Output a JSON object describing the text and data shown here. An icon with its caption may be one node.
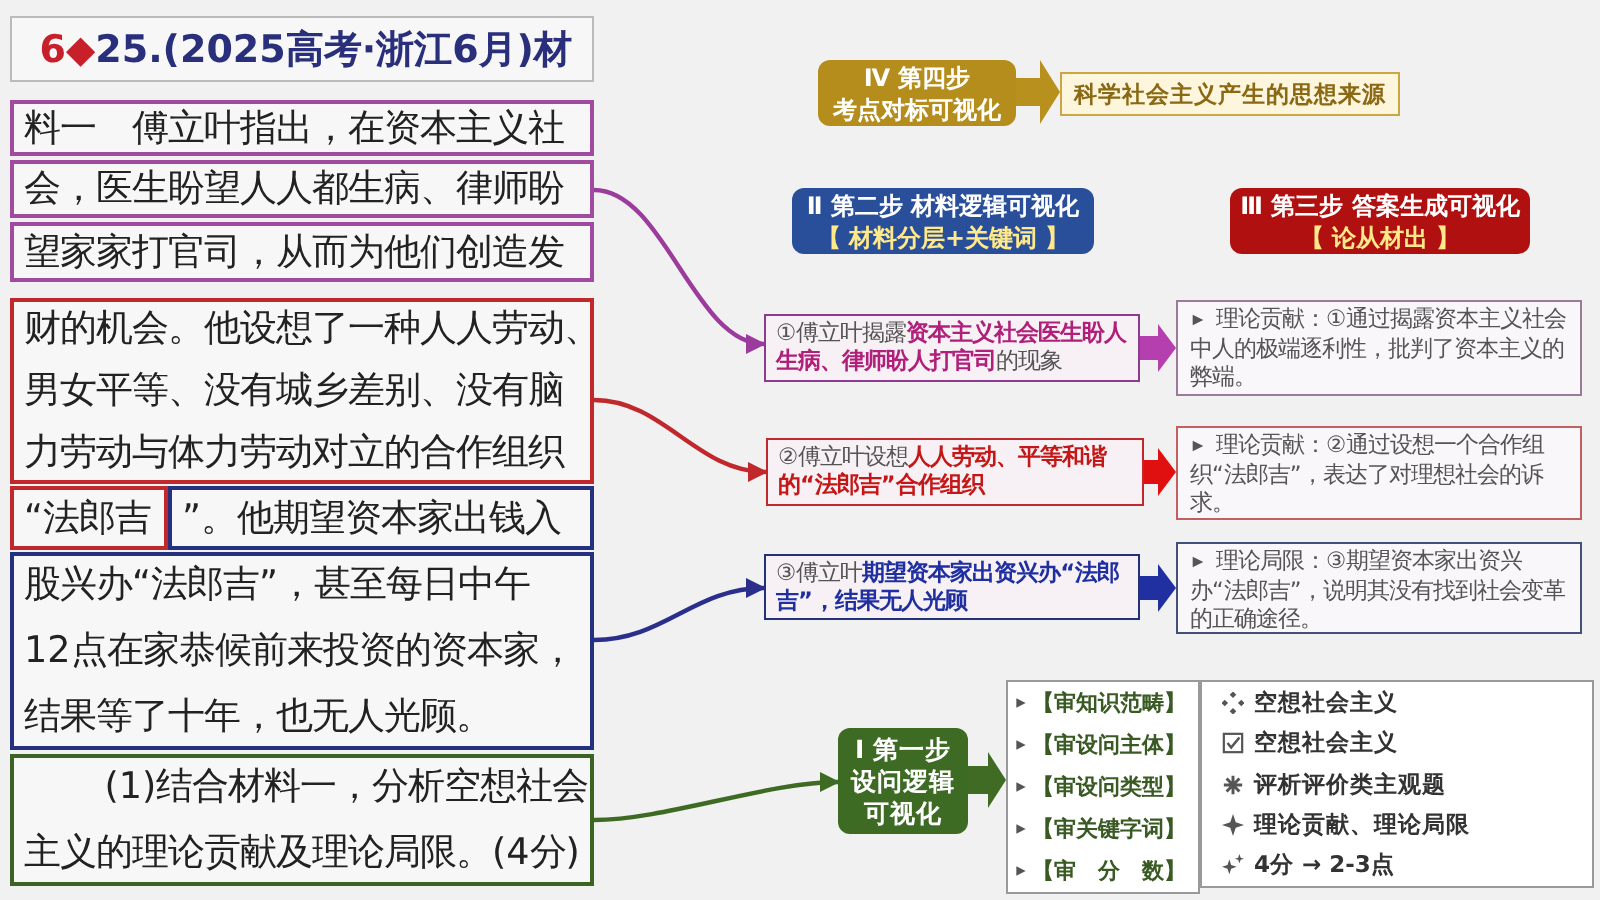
{
  "diagram": {
    "nodes": [
      {
        "text": [
          "6◆",
          "25.(2025高考·浙江6月)材"
        ]
      },
      {
        "text": [
          "料一　傅立叶指出，在资本主义社"
        ]
      },
      {
        "text": [
          "会，医生盼望人人都生病、律师盼"
        ]
      },
      {
        "text": [
          "望家家打官司，从而为他们创造发"
        ]
      },
      {
        "text": [
          "财的机会。他设想了一种人人劳动、男女平等、没有城乡差别、没有脑力劳动与体力劳动对立的合作组织"
        ]
      },
      {
        "text": [
          "“法郎吉"
        ]
      },
      {
        "text": [
          "”。他期望资本家出钱入"
        ]
      },
      {
        "text": [
          "股兴办“法郎吉”，甚至每日中午12点在家恭候前来投资的资本家，结果等了十年，也无人光顾。"
        ]
      },
      {
        "text": [
          "(1)结合材料一，分析空想社会主义的理论贡献及理论局限。(4分)"
        ]
      },
      {
        "text": [
          "Ⅳ 第四步",
          "考点对标可视化"
        ]
      },
      {
        "text": [
          "科学社会主义产生的思想来源"
        ]
      },
      {
        "text": [
          "Ⅱ 第二步 材料逻辑可视化",
          "【 材料分层+关键词 】"
        ]
      },
      {
        "text": [
          "Ⅲ 第三步 答案生成可视化",
          "【 论从材出 】"
        ]
      },
      {
        "text": [
          "①傅立叶揭露**资本主义社会医生盼人生病、律师盼人打官司**的现象"
        ]
      },
      {
        "text": [
          "理论贡献：①通过揭露资本主义社会中人的极端逐利性，批判了资本主义的弊端。"
        ]
      },
      {
        "text": [
          "②傅立叶设想**人人劳动、平等和谐的“法郎吉”合作组织**"
        ]
      },
      {
        "text": [
          "理论贡献：②通过设想一个合作组织“法郎吉”，表达了对理想社会的诉求。"
        ]
      },
      {
        "text": [
          "③傅立叶**期望资本家出资兴办“法郎吉”，结果无人光顾**"
        ]
      },
      {
        "text": [
          "理论局限：③期望资本家出资兴办“法郎吉”，说明其没有找到社会变革的正确途径。"
        ]
      },
      {
        "text": [
          "Ⅰ 第一步",
          "设问逻辑可视化"
        ]
      },
      {
        "text": [
          "【审知识范畴】",
          "【审设问主体】",
          "【审设问类型】",
          "【审关键字词】",
          "【审　分　数】"
        ]
      },
      {
        "text": [
          "空想社会主义",
          "空想社会主义",
          "评析评价类主观题",
          "理论贡献、理论局限",
          "4分 → 2-3点"
        ]
      }
    ],
    "edges": [
      {
        "from": 2,
        "to": 13,
        "arrow": "to",
        "color": "#9b3b9b"
      },
      {
        "from": 4,
        "to": 15,
        "arrow": "to",
        "color": "#c0282c"
      },
      {
        "from": 7,
        "to": 17,
        "arrow": "to",
        "color": "#2b2f8c"
      },
      {
        "from": 8,
        "to": 19,
        "arrow": "to",
        "color": "#3e6b23"
      },
      {
        "from": 9,
        "to": 10,
        "arrow": "to",
        "style": "thick",
        "color": "#b8901e"
      },
      {
        "from": 13,
        "to": 14,
        "arrow": "to",
        "style": "thick",
        "color": "#b53fae"
      },
      {
        "from": 15,
        "to": 16,
        "arrow": "to",
        "style": "thick",
        "color": "#e01010"
      },
      {
        "from": 17,
        "to": 18,
        "arrow": "to",
        "style": "thick",
        "color": "#2030a0"
      },
      {
        "from": 19,
        "to": 20,
        "arrow": "to",
        "style": "thick",
        "color": "#3f6b24"
      }
    ]
  }
}
